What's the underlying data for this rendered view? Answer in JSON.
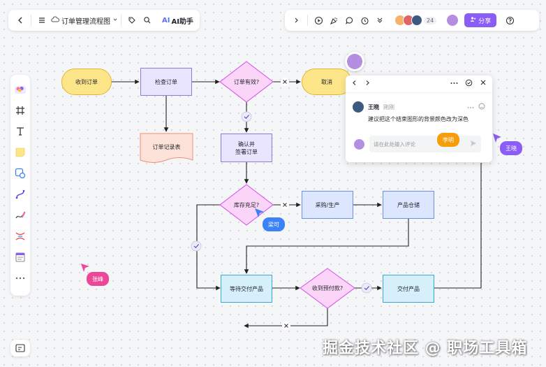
{
  "header": {
    "doc_title": "订单管理流程图",
    "ai_label": "AI助手",
    "ai_mark": "AI",
    "collab_count": "24",
    "share_label": "分享"
  },
  "flow": {
    "receive_order": "收到订单",
    "check_order": "检查订单",
    "order_valid": "订单有效?",
    "cancel": "取消",
    "order_record": "订单记录表",
    "confirm_sign_l1": "确认并",
    "confirm_sign_l2": "签署订单",
    "in_stock": "库存充足?",
    "purchase": "采购/生产",
    "warehouse": "产品仓储",
    "wait_deliver": "等待交付产品",
    "prepaid": "收到预付款?",
    "deliver": "交付产品"
  },
  "cursors": {
    "liangke": "梁可",
    "zhangfeng": "张峰",
    "lixiao": "李明",
    "wangxiao": "王晓"
  },
  "comment": {
    "user": "王晓",
    "time": "刚刚",
    "text": "建议把这个结束图形的背景颜色改为深色",
    "input_placeholder": "请在此处输入评论"
  },
  "watermark": "掘金技术社区 @ 职场工具箱",
  "colors": {
    "accent": "#8b5cf6",
    "terminal_fill": "#fde68a",
    "decision_fill": "#fbd5f7",
    "decision_stroke": "#d946ef",
    "cursor_blue": "#3b82f6",
    "cursor_orange": "#f59e0b",
    "cursor_pink": "#ec4899",
    "cursor_purple": "#8b5cf6"
  }
}
